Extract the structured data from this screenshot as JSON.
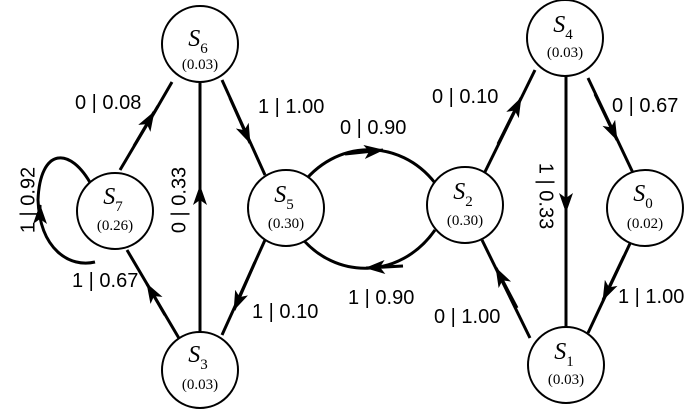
{
  "nodes": {
    "s0": {
      "name": "S",
      "sub": "0",
      "prob": "(0.02)"
    },
    "s1": {
      "name": "S",
      "sub": "1",
      "prob": "(0.03)"
    },
    "s2": {
      "name": "S",
      "sub": "2",
      "prob": "(0.30)"
    },
    "s3": {
      "name": "S",
      "sub": "3",
      "prob": "(0.03)"
    },
    "s4": {
      "name": "S",
      "sub": "4",
      "prob": "(0.03)"
    },
    "s5": {
      "name": "S",
      "sub": "5",
      "prob": "(0.30)"
    },
    "s6": {
      "name": "S",
      "sub": "6",
      "prob": "(0.03)"
    },
    "s7": {
      "name": "S",
      "sub": "7",
      "prob": "(0.26)"
    }
  },
  "edges": {
    "s7_s7": "1 | 0.92",
    "s7_s6": "0 | 0.08",
    "s3_s7": "1 | 0.67",
    "s3_s6": "0 | 0.33",
    "s6_s5": "1 | 1.00",
    "s5_s3": "1 | 0.10",
    "s5_s2": "0 | 0.90",
    "s2_s5": "1 | 0.90",
    "s2_s4": "0 | 0.10",
    "s1_s2": "0 | 1.00",
    "s4_s1": "1 | 0.33",
    "s4_s0": "0 | 0.67",
    "s0_s1": "1 | 1.00"
  }
}
